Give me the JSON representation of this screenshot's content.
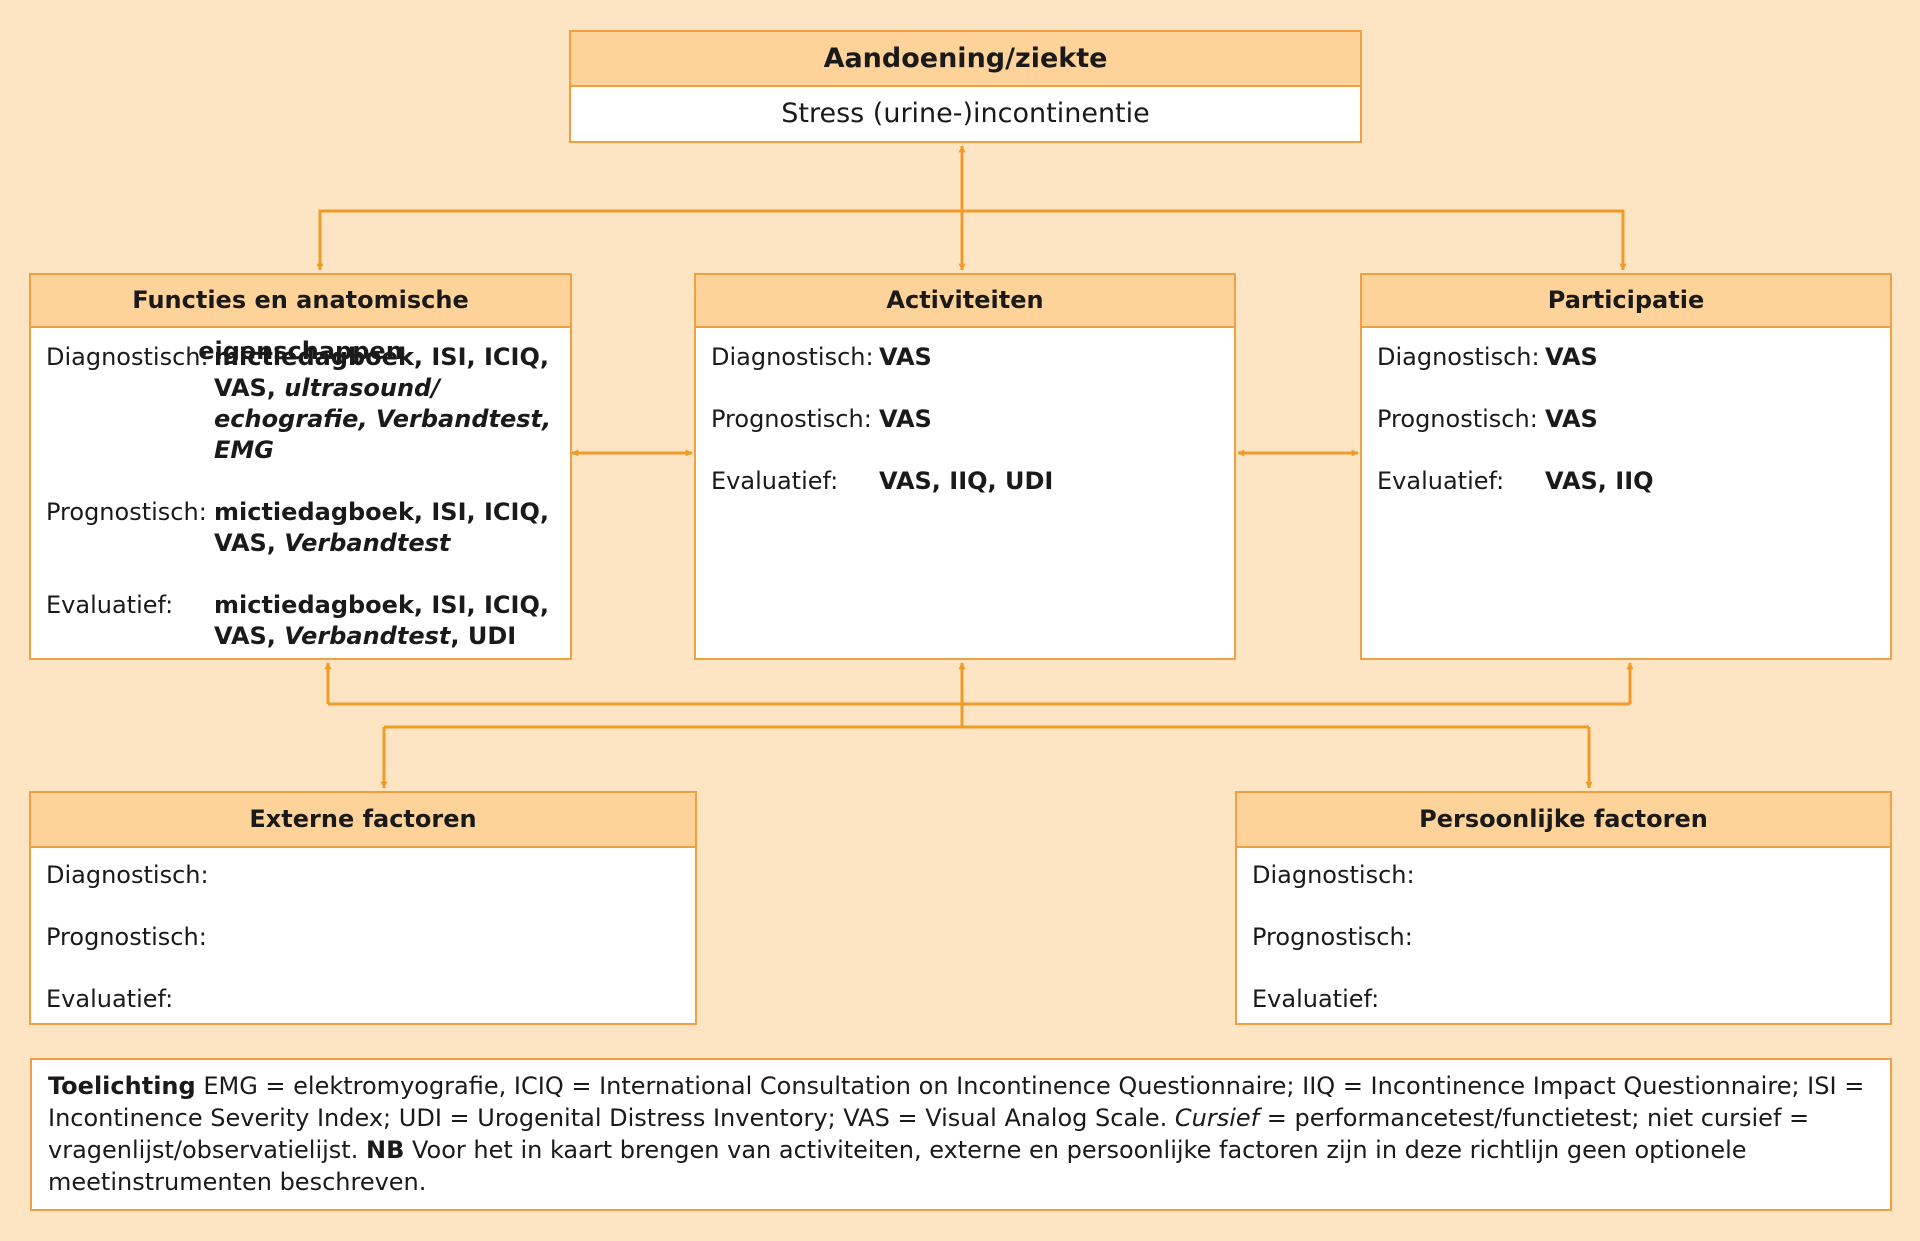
{
  "top": {
    "title": "Aandoening/ziekte",
    "subtitle": "Stress (urine-)incontinentie"
  },
  "functies": {
    "title": "Functies en anatomische eigenschappen",
    "diagnostisch_label": "Diagnostisch:",
    "diag_line1": "mictiedagboek, ISI, ICIQ,",
    "diag_line2a": "VAS, ",
    "diag_line2b": "ultrasound/",
    "diag_line3": "echografie, Verbandtest,",
    "diag_line4": "EMG",
    "prognostisch_label": "Prognostisch:",
    "prog_line1": "mictiedagboek, ISI, ICIQ,",
    "prog_line2a": "VAS, ",
    "prog_line2b": "Verbandtest",
    "evaluatief_label": "Evaluatief:",
    "eval_line1": "mictiedagboek, ISI, ICIQ,",
    "eval_line2a": "VAS, ",
    "eval_line2b": "Verbandtest",
    "eval_line2c": ", UDI"
  },
  "activiteiten": {
    "title": "Activiteiten",
    "diagnostisch_label": "Diagnostisch:",
    "diagnostisch_value": "VAS",
    "prognostisch_label": "Prognostisch:",
    "prognostisch_value": "VAS",
    "evaluatief_label": "Evaluatief:",
    "evaluatief_value": "VAS, IIQ, UDI"
  },
  "participatie": {
    "title": "Participatie",
    "diagnostisch_label": "Diagnostisch:",
    "diagnostisch_value": "VAS",
    "prognostisch_label": "Prognostisch:",
    "prognostisch_value": "VAS",
    "evaluatief_label": "Evaluatief:",
    "evaluatief_value": "VAS, IIQ"
  },
  "externe": {
    "title": "Externe factoren",
    "diagnostisch_label": "Diagnostisch:",
    "prognostisch_label": "Prognostisch:",
    "evaluatief_label": "Evaluatief:"
  },
  "persoonlijke": {
    "title": "Persoonlijke factoren",
    "diagnostisch_label": "Diagnostisch:",
    "prognostisch_label": "Prognostisch:",
    "evaluatief_label": "Evaluatief:"
  },
  "legend": {
    "toelichting": "Toelichting",
    "text1": " EMG = elektromyografie, ICIQ = International Consultation on Incontinence Questionnaire; IIQ = Incontinence Impact Questionnaire; ISI = Incontinence Severity Index; UDI = Urogenital Distress Inventory; VAS = Visual Analog Scale. ",
    "cursief": "Cursief",
    "text2": " = performancetest/functietest; niet cursief = vragenlijst/observatielijst. ",
    "nb": "NB",
    "text3": " Voor het in kaart brengen van activiteiten, externe en persoonlijke factoren zijn in deze richtlijn geen optionele meetinstrumenten beschreven."
  },
  "colors": {
    "background": "#fde5c4",
    "header_fill": "#fdd39a",
    "border": "#f0a040",
    "arrow": "#f09a2a"
  }
}
